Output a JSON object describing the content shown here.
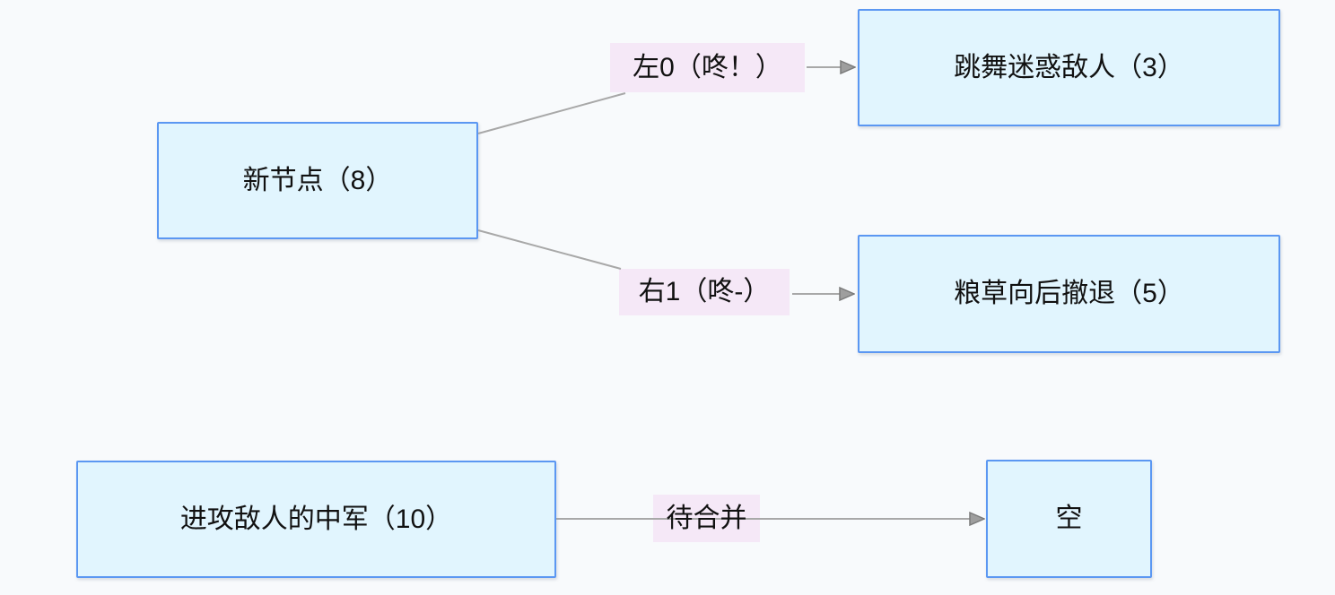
{
  "diagram": {
    "nodes": [
      {
        "id": "new-node",
        "label": "新节点（8）"
      },
      {
        "id": "dance-confuse",
        "label": "跳舞迷惑敌人（3）"
      },
      {
        "id": "supplies-retreat",
        "label": "粮草向后撤退（5）"
      },
      {
        "id": "attack-center",
        "label": "进攻敌人的中军（10）"
      },
      {
        "id": "empty",
        "label": "空"
      }
    ],
    "edges": [
      {
        "from": "新节点（8）",
        "to": "跳舞迷惑敌人（3）",
        "label": "左0（咚！）"
      },
      {
        "from": "新节点（8）",
        "to": "粮草向后撤退（5）",
        "label": "右1（咚-）"
      },
      {
        "from": "进攻敌人的中军（10）",
        "to": "空",
        "label": "待合并"
      }
    ],
    "colors": {
      "background": "#f8fafc",
      "node_fill": "#e1f5fe",
      "node_border": "#5b97f2",
      "edge_label_bg": "#f5e8f7",
      "edge_line": "#a8a8a8",
      "arrow_fill": "#9e9e9e",
      "text": "#111111"
    }
  }
}
